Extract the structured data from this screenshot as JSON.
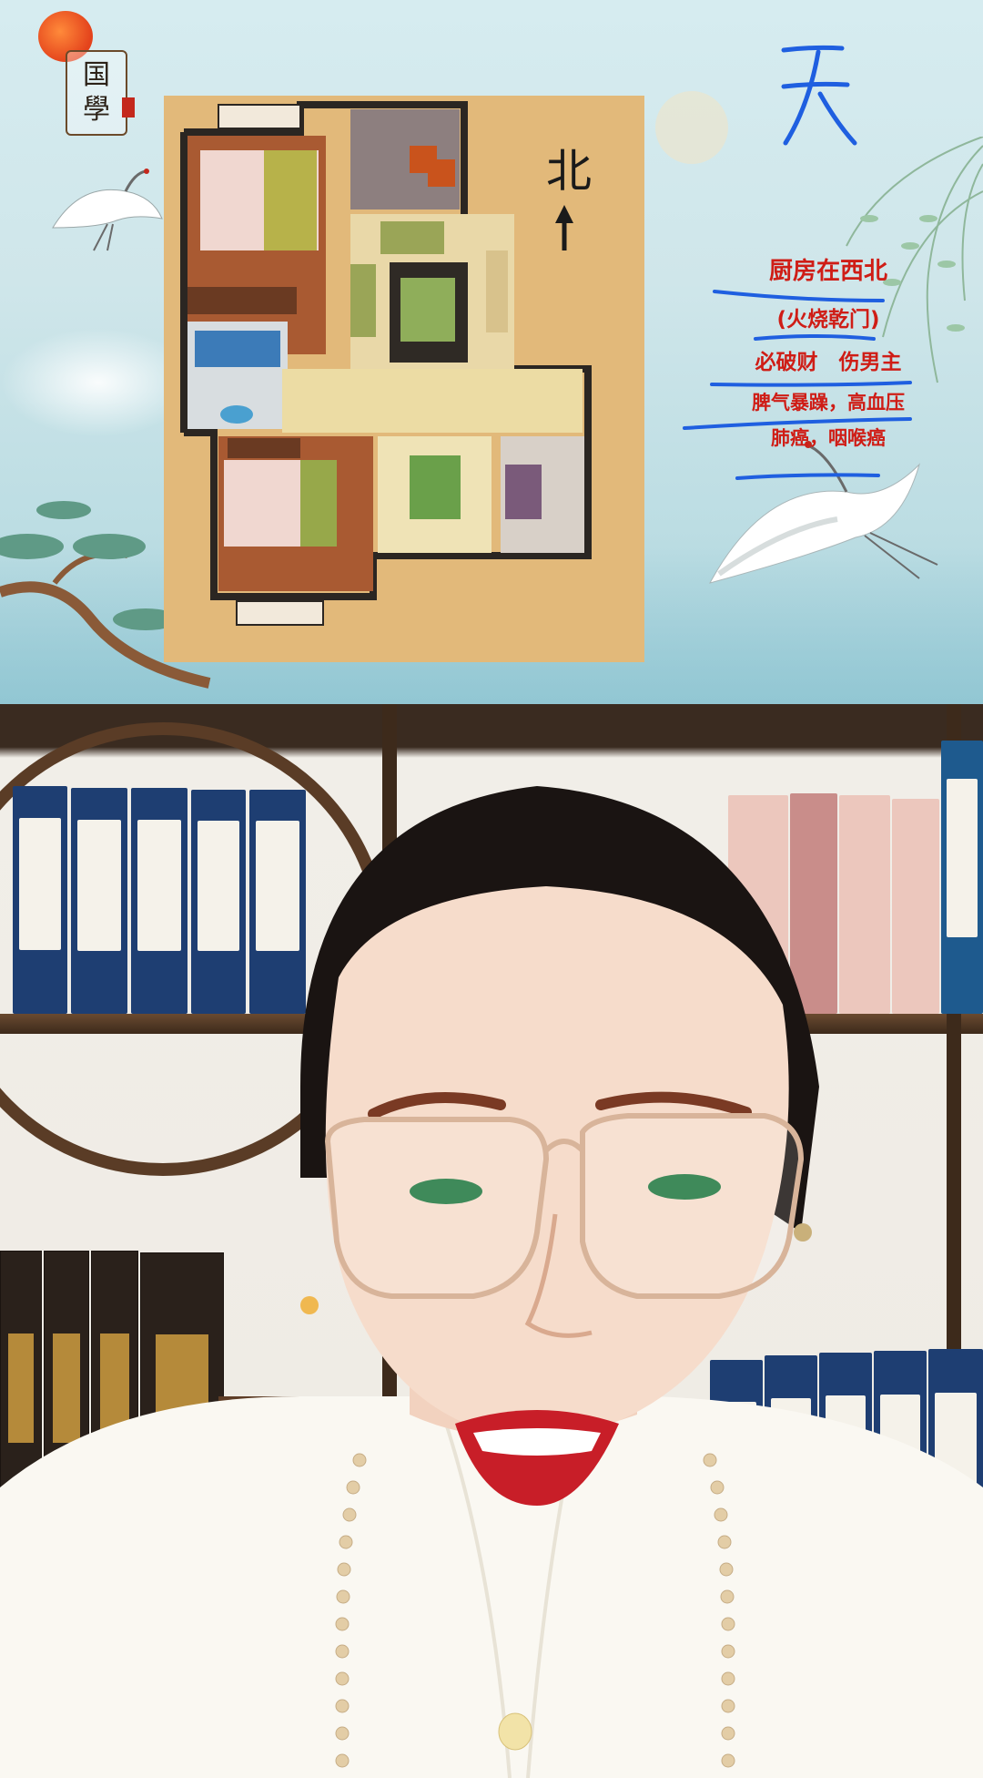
{
  "slide": {
    "logo_text": [
      "国",
      "學"
    ],
    "handwritten_char": "天",
    "annotations": [
      "厨房在西北",
      "(火烧乾门)",
      "必破财　伤男主",
      "脾气暴躁，高血压",
      "肺癌，咽喉癌"
    ],
    "floorplan_north_char": "北",
    "colors": {
      "annotation_red": "#cf1d16",
      "pen_blue": "#1f5fe0",
      "floorplan_bg": "#e2b97a"
    }
  },
  "camera": {
    "description_icons": [
      "bookshelf",
      "presenter"
    ]
  }
}
